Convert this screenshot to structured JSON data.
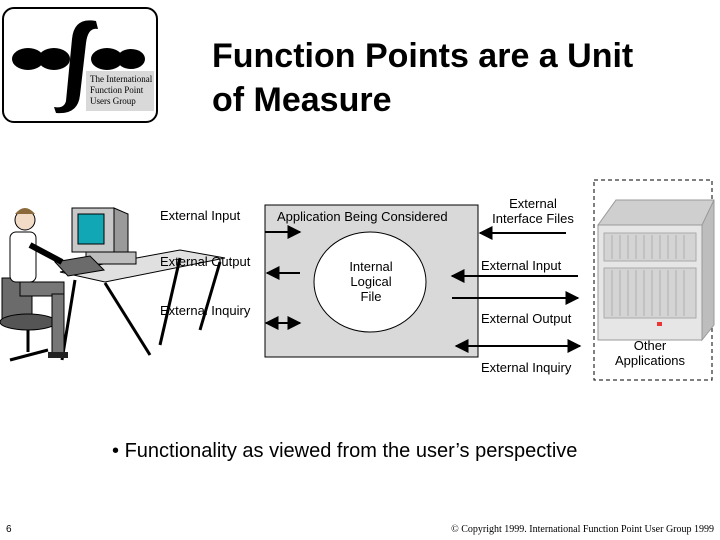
{
  "logo": {
    "line1": "The International",
    "line2": "Function Point",
    "line3": "Users Group"
  },
  "title": {
    "line1": "Function Points are a Unit",
    "line2": "of Measure"
  },
  "diagram": {
    "user_side": {
      "input": "External Input",
      "output": "External Output",
      "inquiry": "External Inquiry"
    },
    "application_label": "Application Being Considered",
    "internal_file": {
      "line1": "Internal",
      "line2": "Logical",
      "line3": "File"
    },
    "interface_files": {
      "line1": "External",
      "line2": "Interface Files"
    },
    "right_side": {
      "input": "External Input",
      "output": "External Output",
      "inquiry": "External Inquiry"
    },
    "other_apps": {
      "line1": "Other",
      "line2": "Applications"
    }
  },
  "bullet": {
    "symbol": "•",
    "text": "Functionality as viewed from the user’s perspective"
  },
  "footer": {
    "page_number": "6",
    "copyright": "© Copyright 1999. International Function Point User Group 1999"
  }
}
